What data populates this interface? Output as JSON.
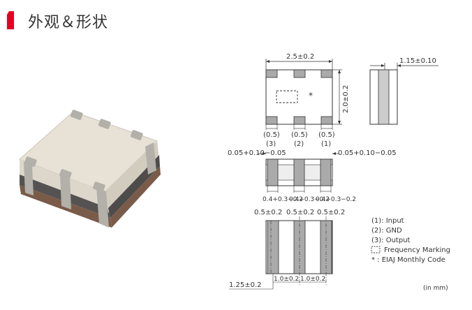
{
  "header": {
    "title": "外观＆形状"
  },
  "top_view": {
    "dim_width": "2.5±0.2",
    "dim_height": "2.0±0.2",
    "mark": "*",
    "pad_widths": [
      "(0.5)",
      "(0.5)",
      "(0.5)"
    ],
    "pad_numbers": [
      "(3)",
      "(2)",
      "(1)"
    ]
  },
  "side_view": {
    "dim_thickness": "1.15±0.10"
  },
  "middle_view": {
    "gap_left": "0.05+0.10−0.05",
    "gap_right": "0.05+0.10−0.05",
    "lands": [
      "0.4+0.3−0.2",
      "0.4+0.3−0.2",
      "0.4+0.3−0.2"
    ]
  },
  "bottom_view": {
    "term_widths": [
      "0.5±0.2",
      "0.5±0.2",
      "0.5±0.2"
    ],
    "dim_offset": "1.25±0.2",
    "pitch": [
      "1.0±0.2",
      "1.0±0.2"
    ]
  },
  "legend": [
    "(1): Input",
    "(2): GND",
    "(3): Output",
    "Frequency Marking",
    "*  : EIAJ Monthly Code"
  ],
  "units": "(in mm)",
  "colors": {
    "accent": "#e6001f",
    "pad": "#aaaaaa",
    "body_line": "#333333"
  }
}
